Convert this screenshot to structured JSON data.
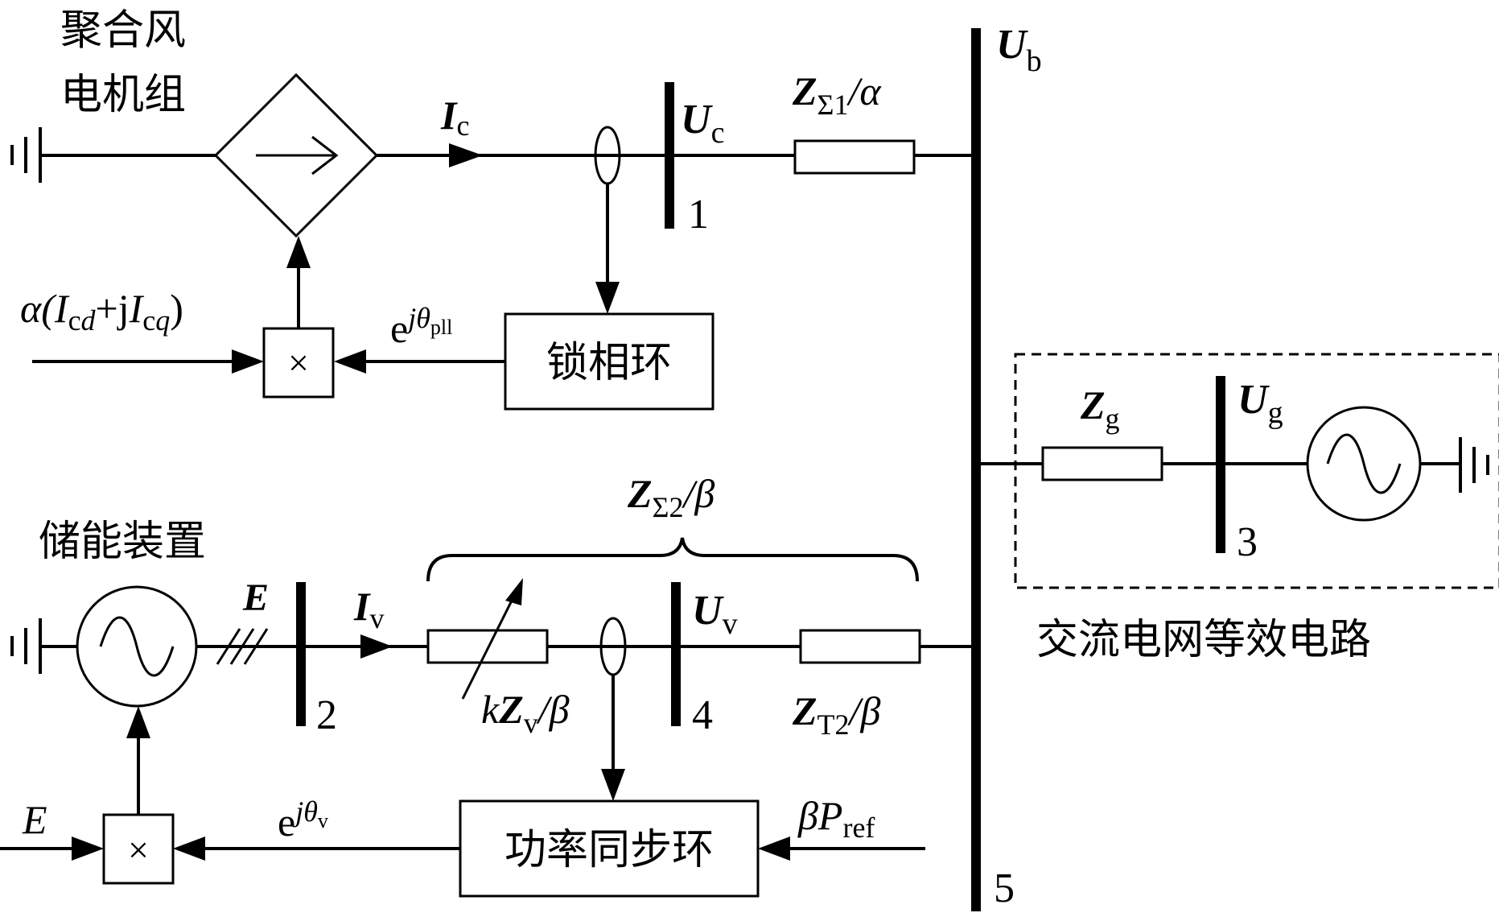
{
  "labels": {
    "wind_farm_line1": "聚合风",
    "wind_farm_line2": "电机组",
    "storage": "储能装置",
    "pll": "锁相环",
    "psl": "功率同步环",
    "grid_equiv": "交流电网等效电路",
    "multiply_symbol": "×",
    "bus1": "1",
    "bus2": "2",
    "bus3": "3",
    "bus4": "4",
    "bus5": "5"
  },
  "math": {
    "Ic_main": "I",
    "Ic_sub": "c",
    "Uc_main": "U",
    "Uc_sub": "c",
    "Zsum1_main": "Z",
    "Zsum1_sub": "Σ1",
    "Zsum1_tail": "/α",
    "Ub_main": "U",
    "Ub_sub": "b",
    "alpha_cmd_a": "α(",
    "alpha_cmd_I1": "I",
    "alpha_cmd_s1a": "c",
    "alpha_cmd_s1b": "d",
    "alpha_cmd_mid": "+j",
    "alpha_cmd_I2": "I",
    "alpha_cmd_s2a": "c",
    "alpha_cmd_s2b": "q",
    "alpha_cmd_close": ")",
    "ejpll_base": "e",
    "ejpll_sup": "jθ",
    "ejpll_supsub": "pll",
    "Zg_main": "Z",
    "Zg_sub": "g",
    "Ug_main": "U",
    "Ug_sub": "g",
    "Zsum2_main": "Z",
    "Zsum2_sub": "Σ2",
    "Zsum2_tail": "/β",
    "E_bold": "E",
    "Iv_main": "I",
    "Iv_sub": "v",
    "Uv_main": "U",
    "Uv_sub": "v",
    "kZv_k": "k",
    "kZv_Z": "Z",
    "kZv_sub": "v",
    "kZv_tail": "/β",
    "ZT2_main": "Z",
    "ZT2_sub": "T2",
    "ZT2_tail": "/β",
    "E_in": "E",
    "ejv_base": "e",
    "ejv_sup": "jθ",
    "ejv_supsub": "v",
    "Pref_beta": "βP",
    "Pref_sub": "ref"
  }
}
